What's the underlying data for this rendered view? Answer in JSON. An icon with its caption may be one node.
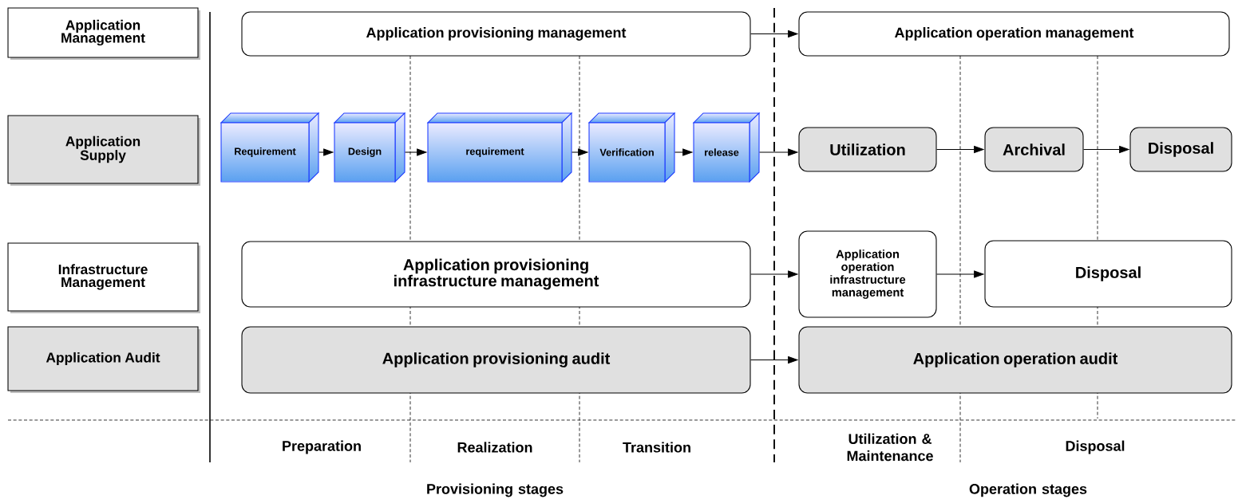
{
  "diagram": {
    "nodes": [
      {
        "text": [
          "Application Management"
        ]
      },
      {
        "text": [
          "Application Supply"
        ]
      },
      {
        "text": [
          "Infrastructure Management"
        ]
      },
      {
        "text": [
          "Application Audit"
        ]
      },
      {
        "text": [
          "Application provisioning management"
        ]
      },
      {
        "text": [
          "Application operation management"
        ]
      },
      {
        "text": [
          "Requirement"
        ]
      },
      {
        "text": [
          "Design"
        ]
      },
      {
        "text": [
          "requirement"
        ]
      },
      {
        "text": [
          "Verification"
        ]
      },
      {
        "text": [
          "release"
        ]
      },
      {
        "text": [
          "Utilization"
        ]
      },
      {
        "text": [
          "Archival"
        ]
      },
      {
        "text": [
          "Disposal"
        ]
      },
      {
        "text": [
          "Application provisioning infrastructure management"
        ]
      },
      {
        "text": [
          "Application operation infrastructure management"
        ]
      },
      {
        "text": [
          "Disposal"
        ]
      },
      {
        "text": [
          "Application provisioning audit"
        ]
      },
      {
        "text": [
          "Application operation audit"
        ]
      }
    ],
    "edges": [
      {
        "from": 4,
        "to": 5,
        "arrow": "to"
      },
      {
        "from": 6,
        "to": 7,
        "arrow": "to"
      },
      {
        "from": 7,
        "to": 8,
        "arrow": "to"
      },
      {
        "from": 8,
        "to": 9,
        "arrow": "to"
      },
      {
        "from": 9,
        "to": 10,
        "arrow": "to"
      },
      {
        "from": 10,
        "to": 11,
        "arrow": "to"
      },
      {
        "from": 11,
        "to": 12,
        "arrow": "to"
      },
      {
        "from": 12,
        "to": 13,
        "arrow": "to"
      },
      {
        "from": 14,
        "to": 15,
        "arrow": "to"
      },
      {
        "from": 15,
        "to": 16,
        "arrow": "to"
      },
      {
        "from": 17,
        "to": 18,
        "arrow": "to"
      }
    ],
    "labels": [
      "Preparation",
      "Realization",
      "Transition",
      "Utilization & Maintenance",
      "Disposal",
      "Provisioning stages",
      "Operation stages"
    ]
  }
}
